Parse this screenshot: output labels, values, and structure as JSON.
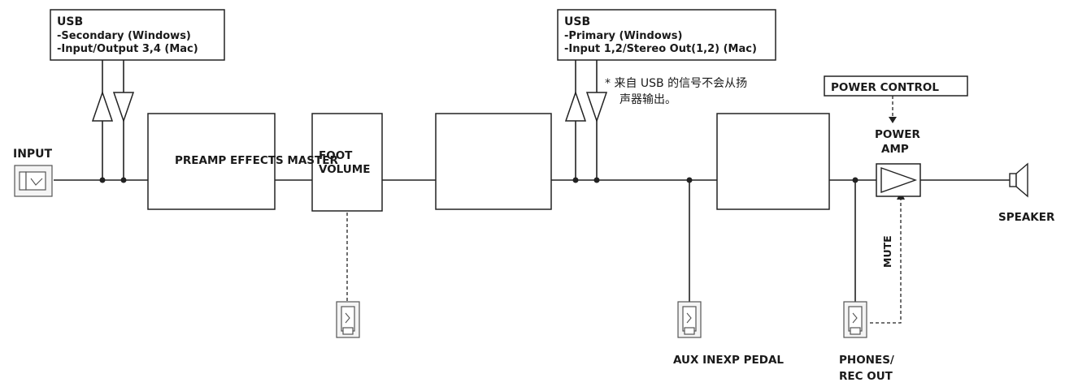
{
  "usb_secondary": {
    "title": "USB",
    "line1": "-Secondary (Windows)",
    "line2": "-Input/Output 3,4 (Mac)"
  },
  "usb_primary": {
    "title": "USB",
    "line1": "-Primary (Windows)",
    "line2": "-Input 1,2/Stereo Out(1,2) (Mac)"
  },
  "note": {
    "line1": "*  来自 USB 的信号不会从扬",
    "line2": "声器输出。"
  },
  "power_control": "POWER CONTROL",
  "power_amp": {
    "line1": "POWER",
    "line2": "AMP"
  },
  "input": "INPUT",
  "preamp_label": "PREAMP EFFECTS MASTER",
  "foot_volume": {
    "line1": "FOOT",
    "line2": "VOLUME"
  },
  "mute": "MUTE",
  "speaker": "SPEAKER",
  "aux_exp": "AUX INEXP PEDAL",
  "phones": {
    "line1": "PHONES/",
    "line2": "REC OUT"
  }
}
